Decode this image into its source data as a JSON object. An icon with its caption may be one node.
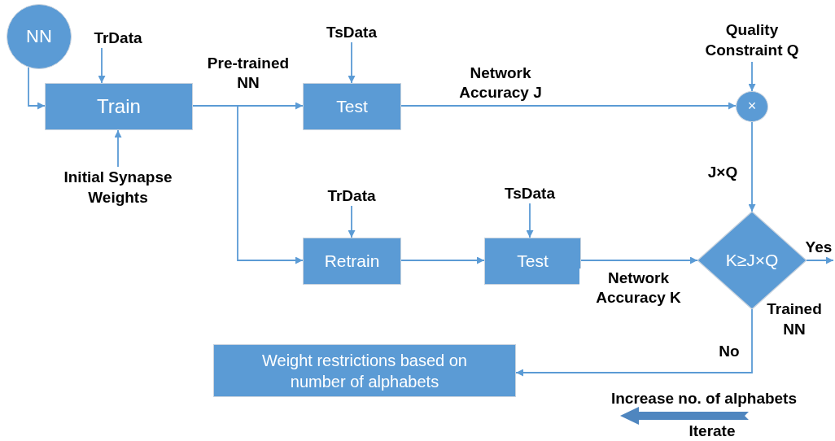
{
  "diagram": {
    "nodes": [
      {
        "text": [
          "NN"
        ]
      },
      {
        "text": [
          "TrData"
        ]
      },
      {
        "text": [
          "Train"
        ]
      },
      {
        "text": [
          "Initial Synapse Weights"
        ]
      },
      {
        "text": [
          "TsData"
        ]
      },
      {
        "text": [
          "Test"
        ]
      },
      {
        "text": [
          "Quality Constraint Q"
        ]
      },
      {
        "text": [
          "×"
        ]
      },
      {
        "text": [
          "TrData"
        ]
      },
      {
        "text": [
          "Retrain"
        ]
      },
      {
        "text": [
          "TsData"
        ]
      },
      {
        "text": [
          "Test"
        ]
      },
      {
        "text": [
          "K≥J×Q"
        ]
      },
      {
        "text": [
          "Weight restrictions based on number of alphabets"
        ]
      }
    ],
    "edges": [
      {
        "from": 0,
        "to": 2,
        "arrow": "to"
      },
      {
        "from": 1,
        "to": 2,
        "arrow": "to"
      },
      {
        "from": 3,
        "to": 2,
        "arrow": "to"
      },
      {
        "from": 2,
        "to": 5,
        "arrow": "to",
        "label": "Pre-trained NN"
      },
      {
        "from": 2,
        "to": 9,
        "arrow": "to"
      },
      {
        "from": 4,
        "to": 5,
        "arrow": "to"
      },
      {
        "from": 5,
        "to": 7,
        "arrow": "to",
        "label": "Network Accuracy J"
      },
      {
        "from": 6,
        "to": 7,
        "arrow": "to"
      },
      {
        "from": 7,
        "to": 12,
        "arrow": "to",
        "label": "J×Q"
      },
      {
        "from": 8,
        "to": 9,
        "arrow": "to"
      },
      {
        "from": 10,
        "to": 11,
        "arrow": "to"
      },
      {
        "from": 9,
        "to": 11,
        "arrow": "to"
      },
      {
        "from": 11,
        "to": 12,
        "arrow": "to",
        "label": "Network Accuracy K"
      },
      {
        "from": 12,
        "to": null,
        "arrow": "to",
        "label": "Yes"
      },
      {
        "from": 12,
        "to": 13,
        "arrow": "to",
        "label": "No"
      }
    ],
    "labels": [
      "Trained NN",
      "Increase no. of alphabets",
      "Iterate"
    ]
  }
}
